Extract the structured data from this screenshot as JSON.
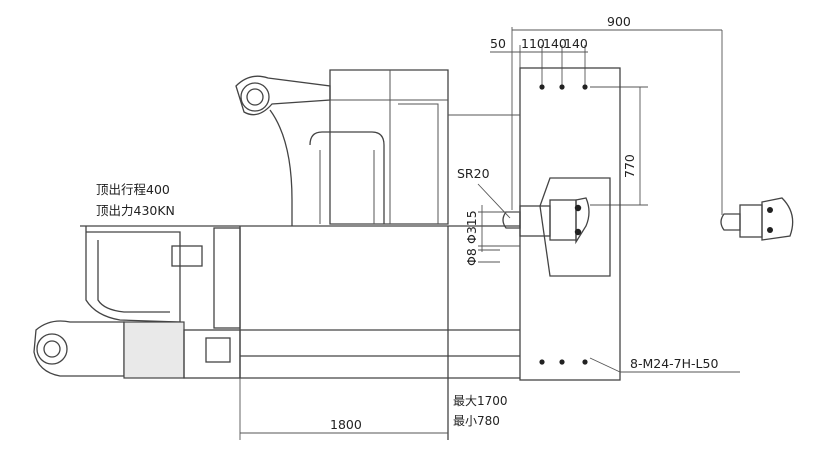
{
  "labels": {
    "d900": "900",
    "d50": "50",
    "d110": "110",
    "d140a": "140",
    "d140b": "140",
    "d770": "770",
    "sr20": "SR20",
    "phi315": "Φ315",
    "phi8": "Φ8",
    "eject_stroke": "顶出行程400",
    "eject_force": "顶出力430KN",
    "d1800": "1800",
    "max_open": "最大1700",
    "min_open": "最小780",
    "bolt_spec": "8-M24-7H-L50"
  },
  "colors": {
    "line": "#444444",
    "text": "#222222",
    "shade": "#e9e9e9"
  }
}
